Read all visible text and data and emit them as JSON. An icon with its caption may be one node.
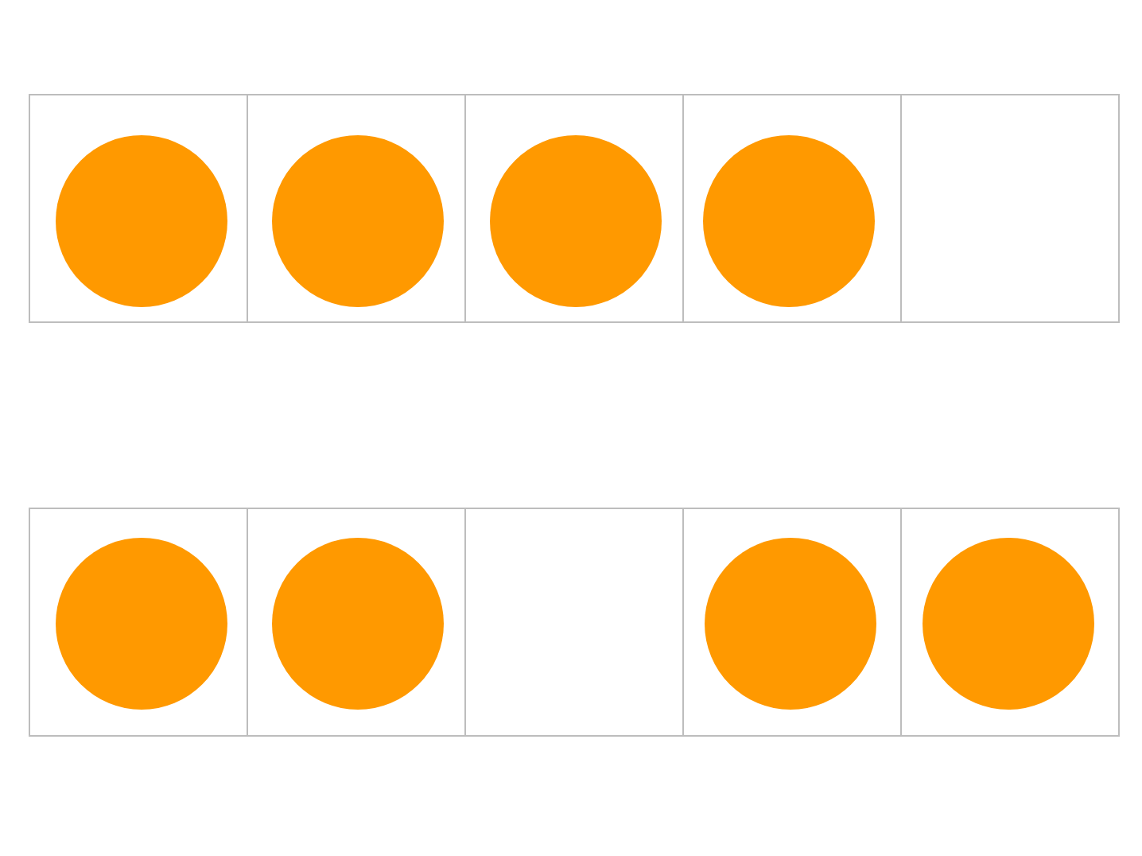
{
  "diagram": {
    "nodes": [
      {
        "text": [],
        "shape": "box"
      },
      {
        "text": [],
        "shape": "circle",
        "in": 0
      },
      {
        "text": [],
        "shape": "box"
      },
      {
        "text": [],
        "shape": "circle",
        "in": 2
      },
      {
        "text": [],
        "shape": "box"
      },
      {
        "text": [],
        "shape": "circle",
        "in": 4
      },
      {
        "text": [],
        "shape": "box"
      },
      {
        "text": [],
        "shape": "circle",
        "in": 6
      },
      {
        "text": [],
        "shape": "box"
      },
      {
        "text": [],
        "shape": "box"
      },
      {
        "text": [],
        "shape": "circle",
        "in": 9
      },
      {
        "text": [],
        "shape": "box"
      },
      {
        "text": [],
        "shape": "circle",
        "in": 11
      },
      {
        "text": [],
        "shape": "box"
      },
      {
        "text": [],
        "shape": "box"
      },
      {
        "text": [],
        "shape": "circle",
        "in": 14
      },
      {
        "text": [],
        "shape": "box"
      },
      {
        "text": [],
        "shape": "circle",
        "in": 16
      }
    ]
  }
}
